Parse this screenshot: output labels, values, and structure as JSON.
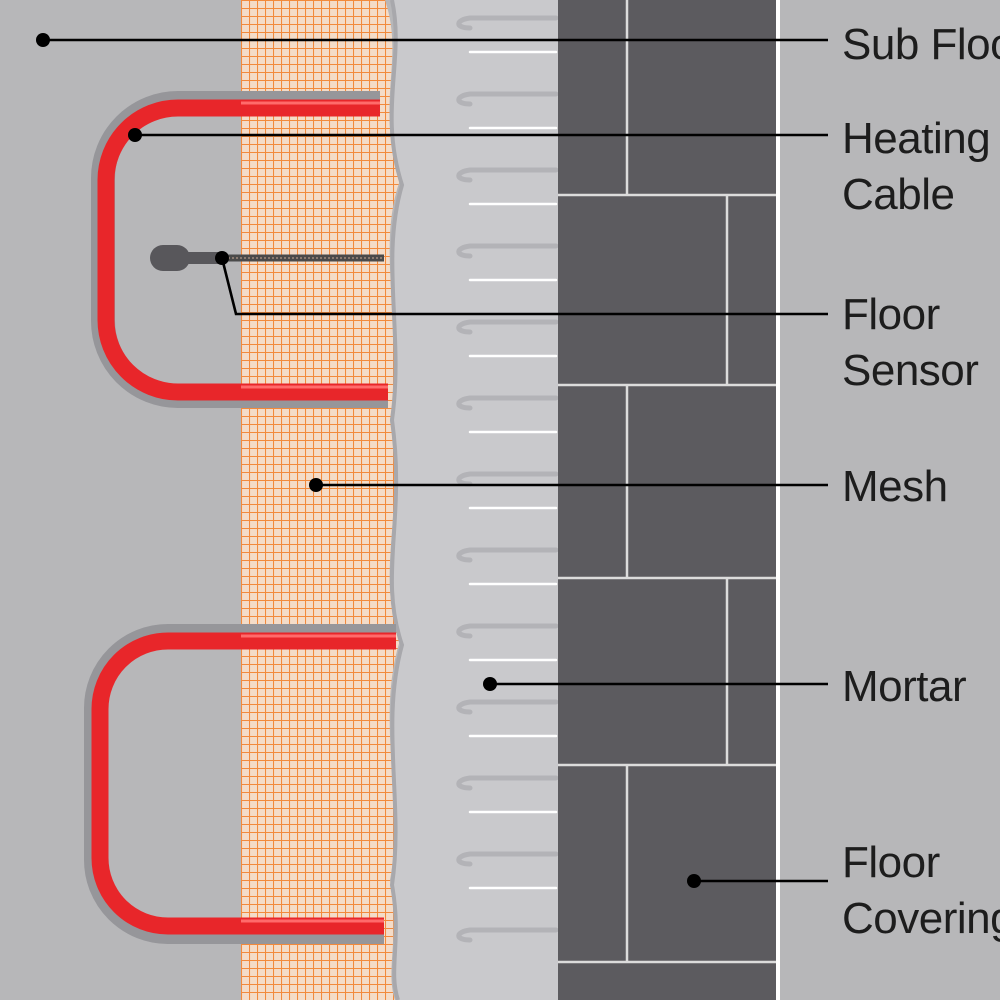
{
  "labels": {
    "sub_floor": "Sub Floor",
    "heating_cable_1": "Heating",
    "heating_cable_2": "Cable",
    "floor_sensor_1": "Floor",
    "floor_sensor_2": "Sensor",
    "mesh": "Mesh",
    "mortar": "Mortar",
    "floor_covering_1": "Floor",
    "floor_covering_2": "Covering"
  },
  "colors": {
    "sub_floor": "#b7b7b9",
    "mesh_background": "#f4dcc8",
    "mesh_grid": "#f28a3c",
    "heating_cable": "#e8262a",
    "cable_groove": "#96969a",
    "mortar": "#c9c9cc",
    "mortar_shadow": "#a8a8ac",
    "tile": "#5c5b5f",
    "tile_grout": "#dcdcdc",
    "leader_line": "#000000"
  }
}
